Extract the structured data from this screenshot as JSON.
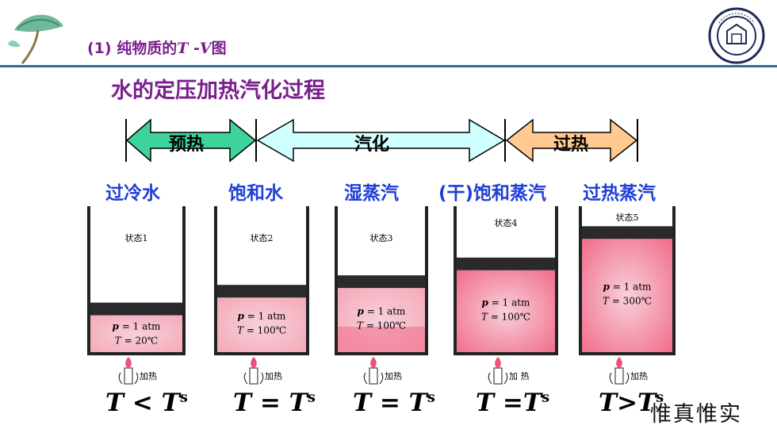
{
  "slide": {
    "title_prefix": "(1) 纯物质的",
    "title_T": "T",
    "title_dash": " -",
    "title_V": "V",
    "title_suffix": "图",
    "subtitle": "水的定压加热汽化过程",
    "motto": "惟真惟实"
  },
  "arrows": [
    {
      "label": "预热",
      "color": "#3dd49a"
    },
    {
      "label": "汽化",
      "color": "#cfffff"
    },
    {
      "label": "过热",
      "color": "#ffc98f"
    }
  ],
  "state_names": [
    "过冷水",
    "饱和水",
    "湿蒸汽",
    "(干)饱和蒸汽",
    "过热蒸汽"
  ],
  "cylinders": [
    {
      "state": "状态1",
      "p": "p",
      "p_val": " = 1 atm",
      "t": "T",
      "t_val": " = 20℃",
      "heat": "加热",
      "fill": 0.27
    },
    {
      "state": "状态2",
      "p": "p",
      "p_val": " = 1 atm",
      "t": "T",
      "t_val": " = 100℃",
      "heat": "加热",
      "fill": 0.4
    },
    {
      "state": "状态3",
      "p": "p",
      "p_val": " = 1 atm",
      "t": "T",
      "t_val": " = 100℃",
      "heat": "加热",
      "fill": 0.47
    },
    {
      "state": "状态4",
      "p": "p",
      "p_val": " = 1 atm",
      "t": "T",
      "t_val": " = 100℃",
      "heat": "加 热",
      "fill": 0.6
    },
    {
      "state": "状态5",
      "p": "p",
      "p_val": " = 1 atm",
      "t": "T",
      "t_val": " = 300℃",
      "heat": "加热",
      "fill": 0.83
    }
  ],
  "conditions": [
    {
      "lhs": "T",
      "op": " < ",
      "rhs": "T",
      "sup": "s"
    },
    {
      "lhs": "T",
      "op": " = ",
      "rhs": "T",
      "sup": "s"
    },
    {
      "lhs": "T",
      "op": " = ",
      "rhs": "T",
      "sup": "s"
    },
    {
      "lhs": "T",
      "op": " =",
      "rhs": "T",
      "sup": "s"
    },
    {
      "lhs": "T",
      "op": ">",
      "rhs": "T",
      "sup": "s"
    }
  ],
  "colors": {
    "title": "#7a1f8c",
    "state_name": "#1e3fd6",
    "liquid": "#f4a8b8",
    "steam": "#f06c8a",
    "piston": "#2a2a2a"
  }
}
